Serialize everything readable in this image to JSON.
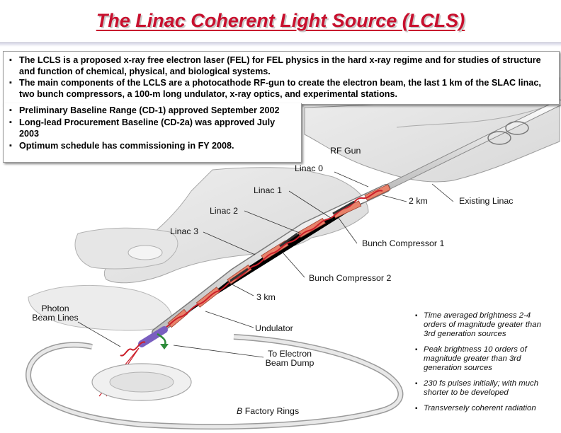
{
  "title": "The Linac Coherent Light Source (LCLS)",
  "intro_bullets": [
    "The LCLS is a proposed x-ray free electron laser (FEL) for FEL physics in the hard x-ray regime and for studies of structure and function of chemical, physical, and biological systems.",
    "The main components of the LCLS are a photocathode RF-gun to create the electron beam, the last 1 km of the SLAC linac, two bunch compressors, a 100-m long undulator, x-ray optics, and experimental stations."
  ],
  "schedule_bullets": [
    "Preliminary Baseline Range (CD-1) approved September 2002",
    "Long-lead Procurement Baseline (CD-2a) was approved July 2003",
    "Optimum schedule has commissioning in FY 2008."
  ],
  "diagram_labels": {
    "rf_gun": "RF Gun",
    "linac0": "Linac 0",
    "linac1": "Linac 1",
    "linac2": "Linac 2",
    "linac3": "Linac 3",
    "km2": "2 km",
    "existing_linac": "Existing Linac",
    "bc1": "Bunch Compressor 1",
    "bc2": "Bunch Compressor 2",
    "km3": "3 km",
    "photon_beam_lines": "Photon\nBeam Lines",
    "undulator": "Undulator",
    "beam_dump": "To Electron\nBeam Dump",
    "bfactory_b": "B",
    "bfactory_rest": " Factory Rings"
  },
  "performance_bullets": [
    "Time averaged brightness 2-4 orders of magnitude greater than 3rd generation sources",
    "Peak brightness 10 orders of magnitude greater than 3rd generation sources",
    "230 fs pulses initially; with much shorter to be developed",
    "Transversely coherent radiation"
  ],
  "colors": {
    "title": "#c8102e",
    "beam_segment": "#e8826a",
    "beam_wave": "#cc1f2a",
    "undulator": "#7a5fc0",
    "dump_arrow": "#2e8b3a"
  }
}
